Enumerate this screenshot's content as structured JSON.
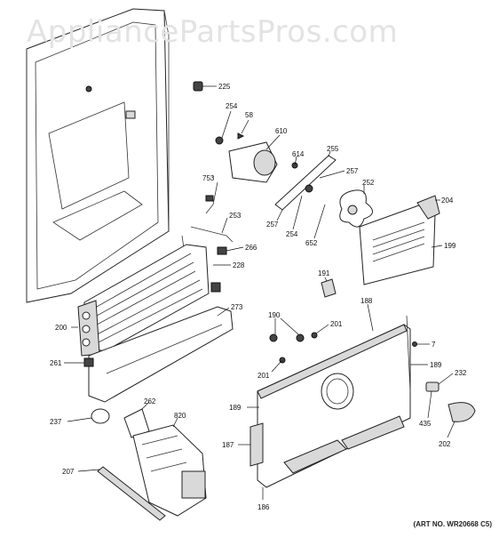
{
  "watermark": "AppliancePartsPros.com",
  "art_number": "(ART NO. WR20668 C5)",
  "callouts": [
    "225",
    "254",
    "58",
    "610",
    "614",
    "255",
    "753",
    "257",
    "252",
    "204",
    "253",
    "266",
    "228",
    "257",
    "254",
    "652",
    "199",
    "191",
    "190",
    "201",
    "188",
    "7",
    "273",
    "200",
    "261",
    "201",
    "189",
    "232",
    "262",
    "237",
    "820",
    "189",
    "435",
    "187",
    "202",
    "207",
    "186"
  ]
}
